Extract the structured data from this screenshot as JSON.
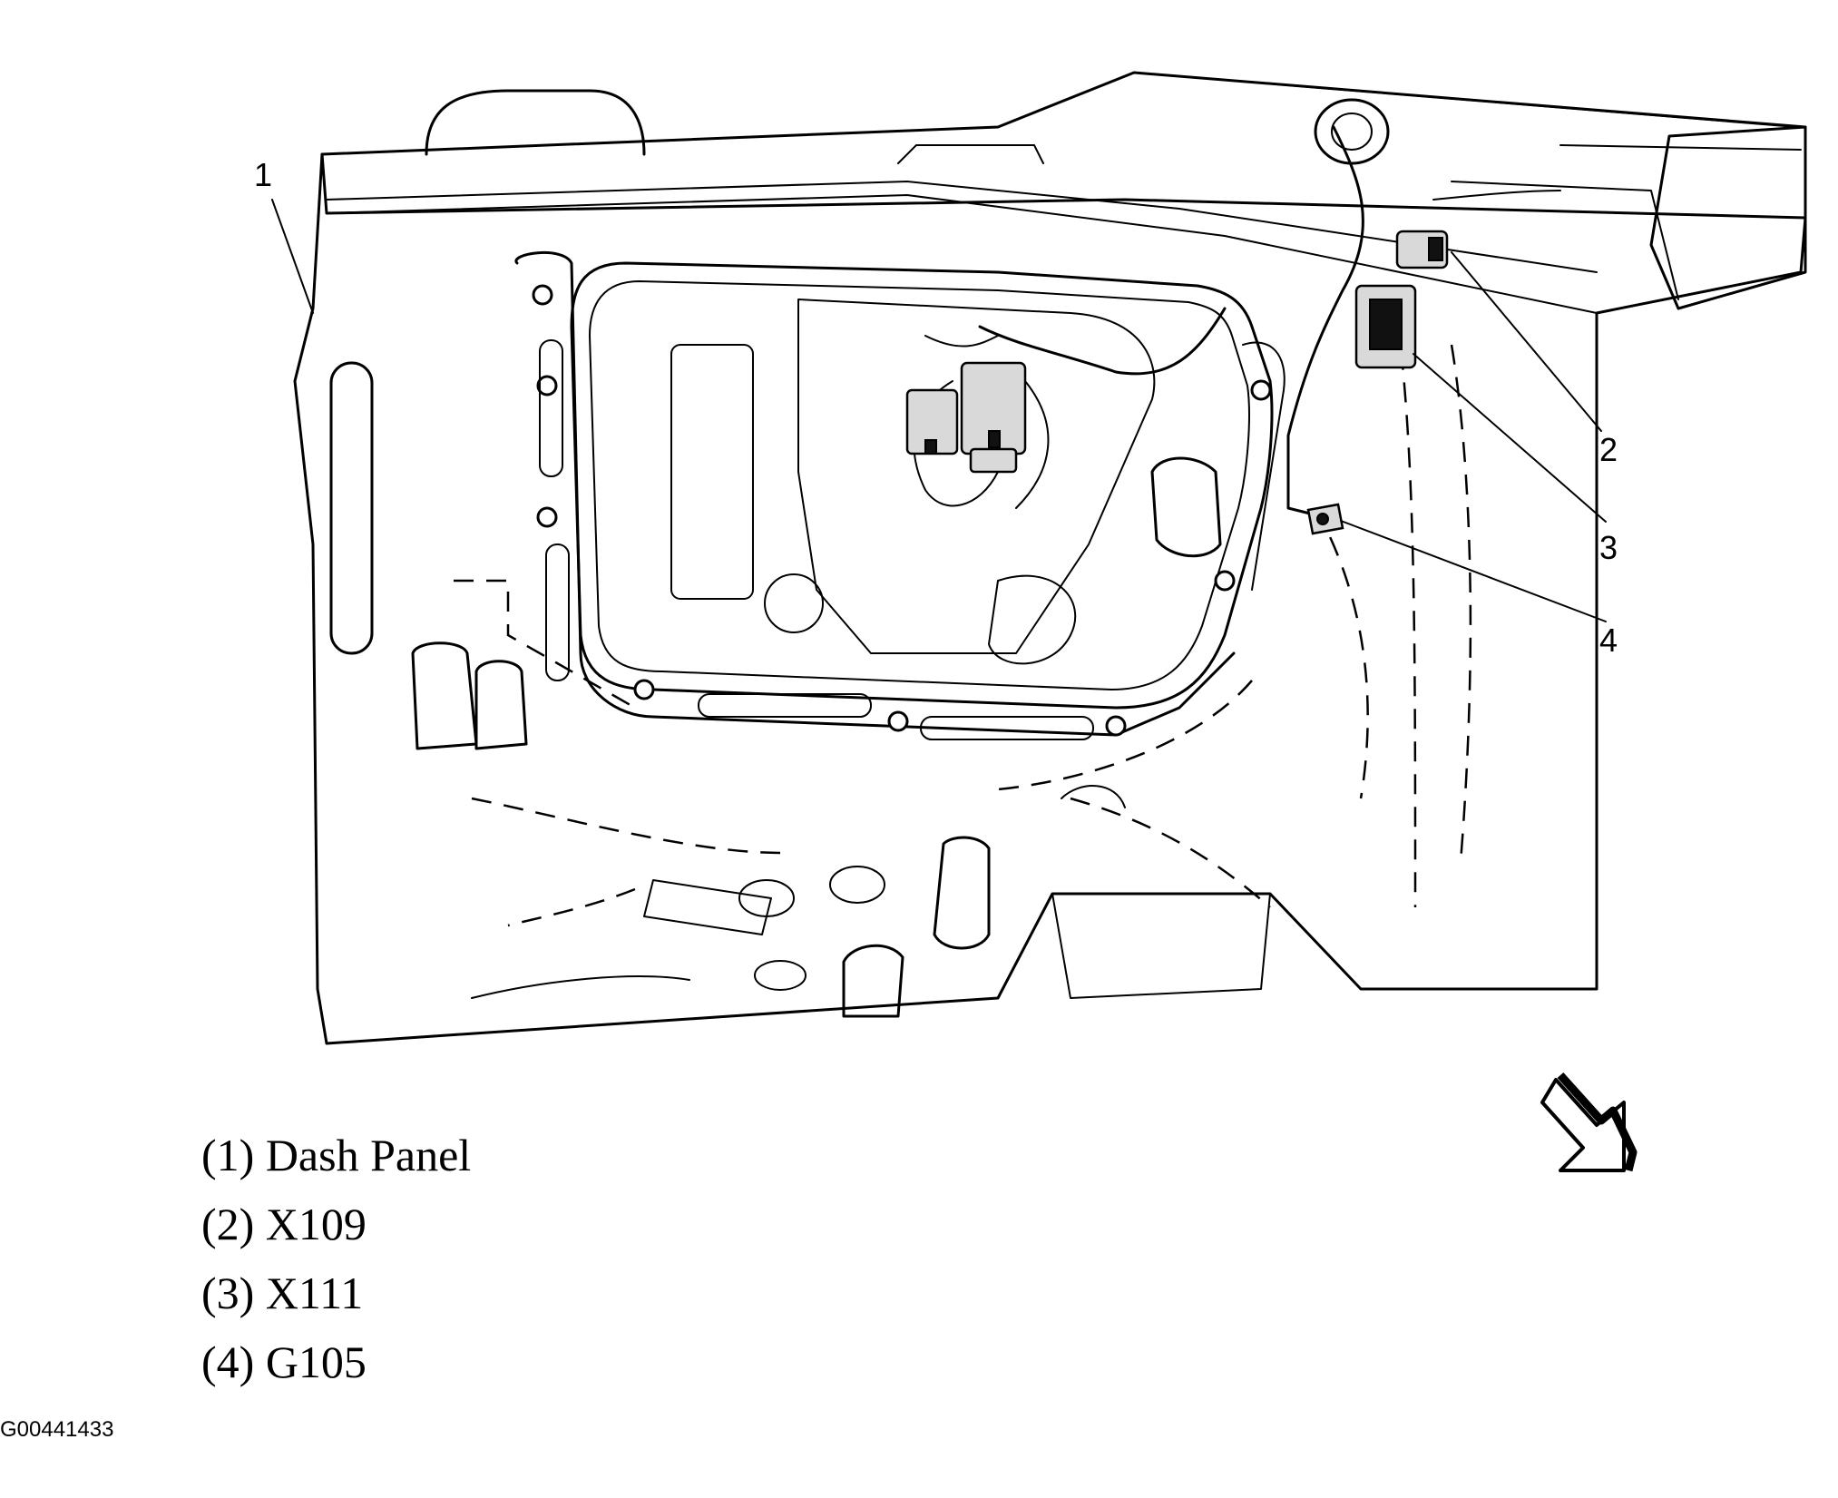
{
  "callouts": [
    {
      "id": "1",
      "label": "1"
    },
    {
      "id": "2",
      "label": "2"
    },
    {
      "id": "3",
      "label": "3"
    },
    {
      "id": "4",
      "label": "4"
    }
  ],
  "legend": [
    {
      "num": "(1)",
      "text": "Dash Panel"
    },
    {
      "num": "(2)",
      "text": "X109"
    },
    {
      "num": "(3)",
      "text": "X111"
    },
    {
      "num": "(4)",
      "text": "G105"
    }
  ],
  "figure_id": "G00441433",
  "icons": [
    "direction-arrow-icon",
    "connector-icon",
    "ground-terminal-icon",
    "grommet-icon"
  ]
}
